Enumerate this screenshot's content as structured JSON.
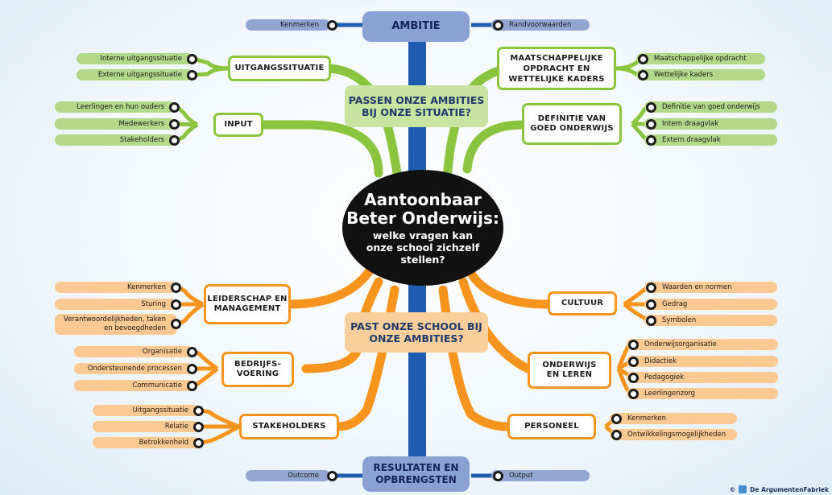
{
  "top": {
    "label": "AMBITIE",
    "left": "Kenmerken",
    "right": "Randvoorwaarden"
  },
  "bottom": {
    "label": "RESULTATEN EN OPBRENGSTEN",
    "left": "Outcome",
    "right": "Output"
  },
  "center": {
    "line1": "Aantoonbaar",
    "line2": "Beter Onderwijs:",
    "line3": "welke vragen kan onze school zichzelf stellen?"
  },
  "question_top": "PASSEN ONZE AMBITIES BIJ ONZE SITUATIE?",
  "question_bottom": "PAST ONZE SCHOOL BIJ ONZE AMBITIES?",
  "topics": {
    "uitgangssituatie": {
      "label": "UITGANGSSITUATIE",
      "items": [
        "Interne uitgangssituatie",
        "Externe uitgangssituatie"
      ]
    },
    "input": {
      "label": "INPUT",
      "items": [
        "Leerlingen en hun ouders",
        "Medewerkers",
        "Stakeholders"
      ]
    },
    "maatschappelijk": {
      "label": "MAATSCHAPPELIJKE OPDRACHT EN WETTELIJKE KADERS",
      "items": [
        "Maatschappelijke opdracht",
        "Wettelijke kaders"
      ]
    },
    "definitie": {
      "label": "DEFINITIE VAN GOED ONDERWIJS",
      "items": [
        "Definitie van goed onderwijs",
        "Intern draagvlak",
        "Extern draagvlak"
      ]
    },
    "leiderschap": {
      "label": "LEIDERSCHAP EN MANAGEMENT",
      "items": [
        "Kenmerken",
        "Sturing",
        "Verantwoordelijkheden, taken en bevoegdheden"
      ]
    },
    "bedrijfsvoering": {
      "label": "BEDRIJFS-VOERING",
      "items": [
        "Organisatie",
        "Ondersteunende processen",
        "Communicatie"
      ]
    },
    "stakeholders": {
      "label": "STAKEHOLDERS",
      "items": [
        "Uitgangssituatie",
        "Relatie",
        "Betrokkenheid"
      ]
    },
    "cultuur": {
      "label": "CULTUUR",
      "items": [
        "Waarden en normen",
        "Gedrag",
        "Symbolen"
      ]
    },
    "onderwijs": {
      "label": "ONDERWIJS EN LEREN",
      "items": [
        "Onderwijsorganisatie",
        "Didactiek",
        "Pedagogiek",
        "Leerlingenzorg"
      ]
    },
    "personeel": {
      "label": "PERSONEEL",
      "items": [
        "Kenmerken",
        "Ontwikkelingsmogelijkheden"
      ]
    }
  },
  "copyright": {
    "symbol": "©",
    "name": "De ArgumentenFabriek"
  },
  "colors": {
    "green": "#8bc53f",
    "orange": "#f7941d",
    "blue": "#1f5bb0",
    "dark": "#111111"
  }
}
